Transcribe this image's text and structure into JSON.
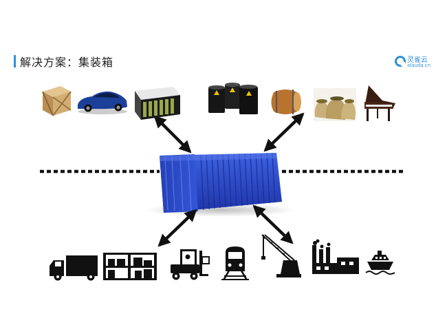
{
  "slide": {
    "title": "解决方案：集装箱",
    "logo": {
      "name_cn": "灵雀云",
      "name_en": "alauda.cn"
    }
  },
  "icons": {
    "cargo_top": [
      "wooden-crate-icon",
      "sports-car-icon",
      "server-rack-icon",
      "oil-drums-icon",
      "wooden-barrel-icon",
      "grain-sacks-icon",
      "grand-piano-icon"
    ],
    "transport_bottom": [
      "truck-icon",
      "warehouse-racks-icon",
      "forklift-icon",
      "train-icon",
      "crane-icon",
      "factory-icon",
      "cargo-ship-icon"
    ]
  },
  "colors": {
    "accent": "#2f8fd8",
    "container_blue": "#2748c8",
    "arrow": "#111111",
    "divider": "#111111"
  }
}
